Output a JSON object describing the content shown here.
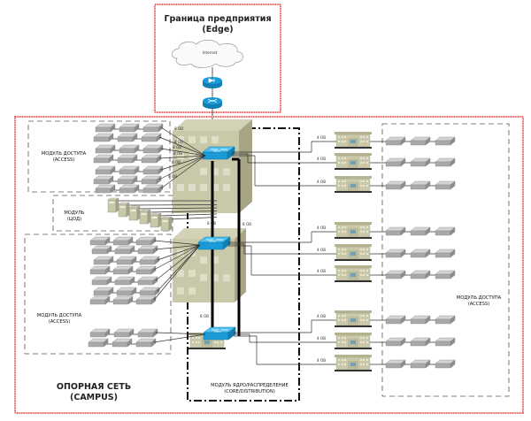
{
  "edge": {
    "title_line1": "Граница предприятия",
    "title_line2": "(Edge)",
    "cloud_label": "Internet",
    "devices": [
      "firewall-icon",
      "router-icon"
    ]
  },
  "campus": {
    "title_line1": "ОПОРНАЯ СЕТЬ",
    "title_line2": "(CAMPUS)"
  },
  "modules": {
    "access_left_top": {
      "line1": "МОДУЛЬ ДОСТУПА",
      "line2": "(ACCESS)"
    },
    "dc": {
      "line1": "МОДУЛЬ",
      "line2": "(ЦОД)"
    },
    "access_left_bottom": {
      "line1": "МОДУЛЬ ДОСТУПА",
      "line2": "(ACCESS)"
    },
    "core": {
      "line1": "МОДУЛЬ ЯДРО/РАСПРЕДЕЛЕНИЕ",
      "line2": "(CORE/DISTRIBUTION)"
    },
    "access_right": {
      "line1": "МОДУЛЬ ДОСТУПА",
      "line2": "(ACCESS)"
    }
  },
  "link_labels": {
    "left_top": [
      "8 OB",
      "8 OB",
      "8 OB",
      "8 OB",
      "8 OB",
      "8 OB"
    ],
    "core_links": [
      "8 OB",
      "8 OB",
      "8 OB"
    ],
    "right": [
      "4 OB",
      "4 OB",
      "4 OB",
      "4 OB",
      "4 OB",
      "4 OB",
      "4 OB",
      "4 OB",
      "4 OB"
    ]
  },
  "colors": {
    "boundary_red": "#e85a5a",
    "switch_blue": "#1a9bd7",
    "building": "#c9c8a8",
    "access_switch": "#a8a8a8"
  }
}
